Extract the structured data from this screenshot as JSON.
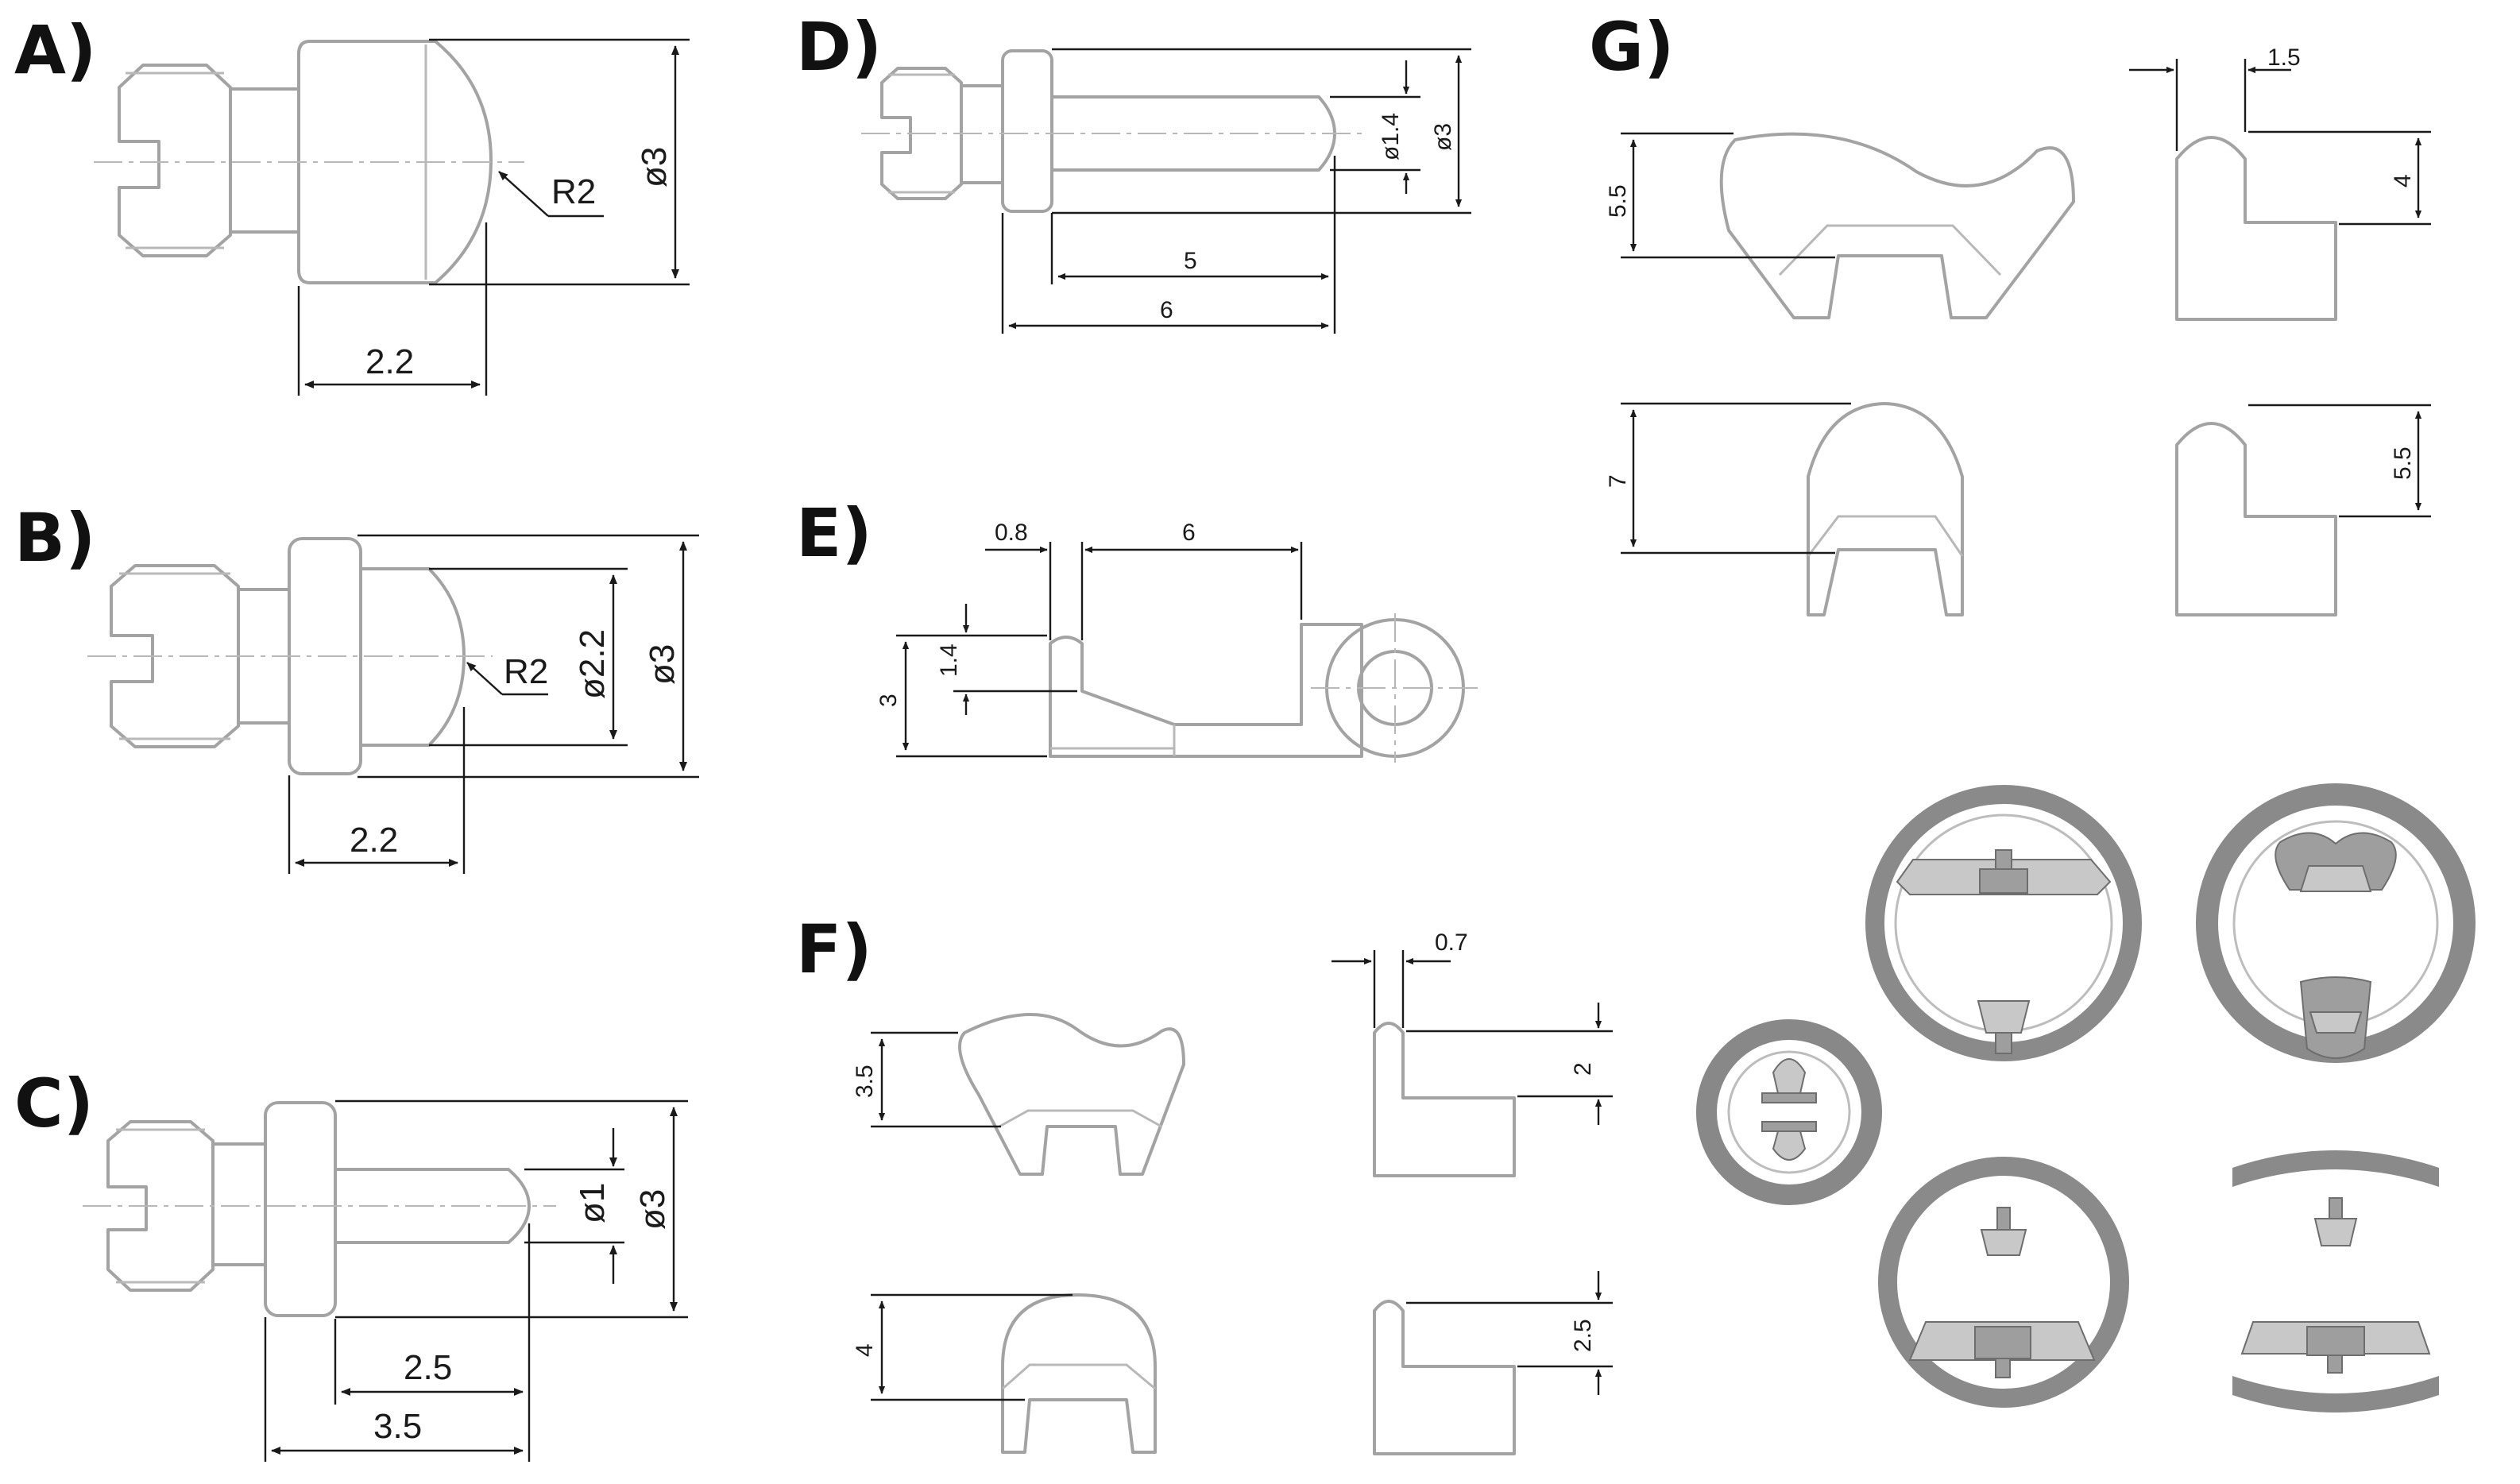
{
  "panels": {
    "A": {
      "label": "A)",
      "dims": {
        "dia": "ø3",
        "radius": "R2",
        "length": "2.2"
      }
    },
    "B": {
      "label": "B)",
      "dims": {
        "dia": "ø3",
        "tip_dia": "ø2.2",
        "radius": "R2",
        "length": "2.2"
      }
    },
    "C": {
      "label": "C)",
      "dims": {
        "dia": "ø3",
        "pin_dia": "ø1",
        "pin_length": "2.5",
        "total_length": "3.5"
      }
    },
    "D": {
      "label": "D)",
      "dims": {
        "dia": "ø3",
        "pin_dia": "ø1.4",
        "pin_length": "5",
        "total_length": "6"
      }
    },
    "E": {
      "label": "E)",
      "dims": {
        "lip": "0.8",
        "length": "6",
        "height": "3",
        "notch": "1.4"
      }
    },
    "F": {
      "label": "F)",
      "dims": {
        "front_top_h": "3.5",
        "front_bottom_h": "4",
        "side_width": "0.7",
        "side_top_h": "2",
        "side_bottom_h": "2.5"
      }
    },
    "G": {
      "label": "G)",
      "dims": {
        "front_top_h": "5.5",
        "front_bottom_h": "7",
        "side_width": "1.5",
        "side_top_h": "4",
        "side_bottom_h": "5.5"
      }
    }
  }
}
